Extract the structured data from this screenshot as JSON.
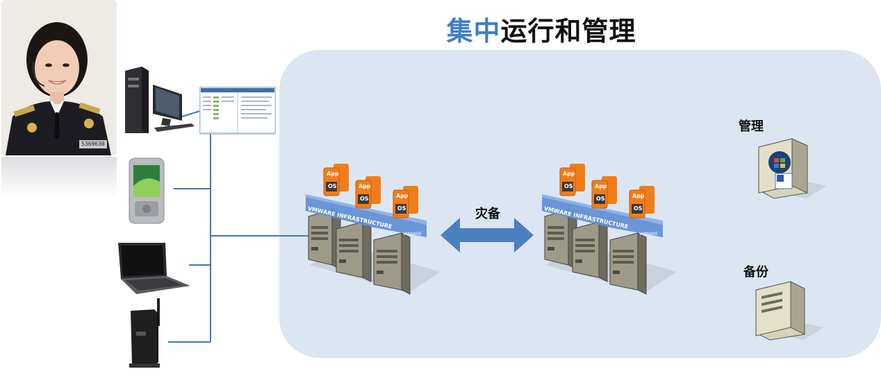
{
  "title": {
    "highlight": "集中",
    "rest": "运行和管理"
  },
  "labels": {
    "disaster_recovery": "灾备",
    "management": "管理",
    "backup": "备份"
  },
  "server_banner": {
    "main": "VMWARE INFRASTRUCTURE",
    "sub": "VMWARE"
  },
  "app_tile": {
    "app": "App",
    "os": "OS"
  },
  "badge_number": "5369630",
  "colors": {
    "accent": "#3d7fc4",
    "panel": "#dce6f2",
    "arrow": "#4a7fc0",
    "connector": "#3f78c0",
    "app_orange": "#f07d1a"
  }
}
